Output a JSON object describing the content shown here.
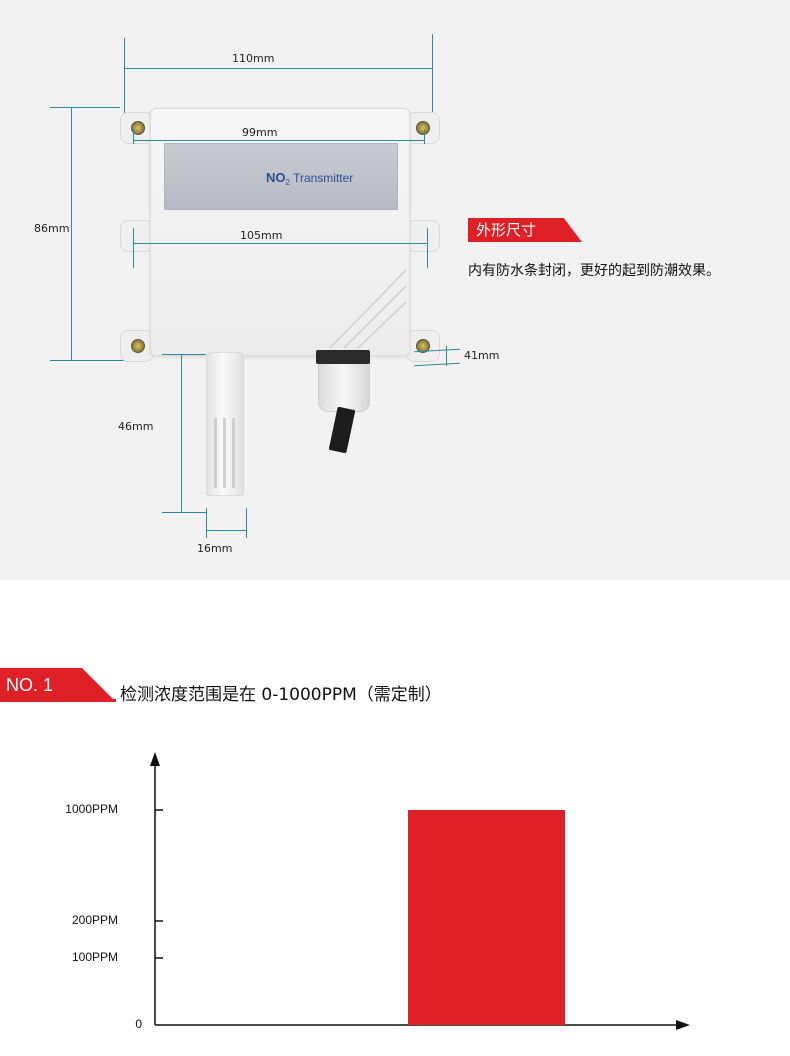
{
  "dimensions": {
    "width_total": "110mm",
    "label_width": "99mm",
    "mount_width": "105mm",
    "height": "86mm",
    "depth": "41mm",
    "probe_length": "46mm",
    "probe_diameter": "16mm"
  },
  "device": {
    "label_main": "NO",
    "label_sub": "2",
    "label_rest": "Transmitter"
  },
  "callout": {
    "tag": "外形尺寸",
    "description": "内有防水条封闭，更好的起到防潮效果。"
  },
  "section": {
    "badge": "NO. 1",
    "title": "检测浓度范围是在 0-1000PPM（需定制）"
  },
  "colors": {
    "accent_red": "#e02027",
    "dimension_line": "#2c8a9a",
    "panel_bg": "#f2f2f2"
  },
  "chart_data": {
    "type": "bar",
    "title": "",
    "ylabel": "",
    "xlabel": "",
    "y_ticks": [
      {
        "label": "1000PPM",
        "value": 1000
      },
      {
        "label": "200PPM",
        "value": 200
      },
      {
        "label": "100PPM",
        "value": 100
      },
      {
        "label": "0",
        "value": 0
      }
    ],
    "categories": [
      ""
    ],
    "values": [
      1000
    ],
    "ylim": [
      0,
      1000
    ],
    "bar_color": "#e02027"
  }
}
